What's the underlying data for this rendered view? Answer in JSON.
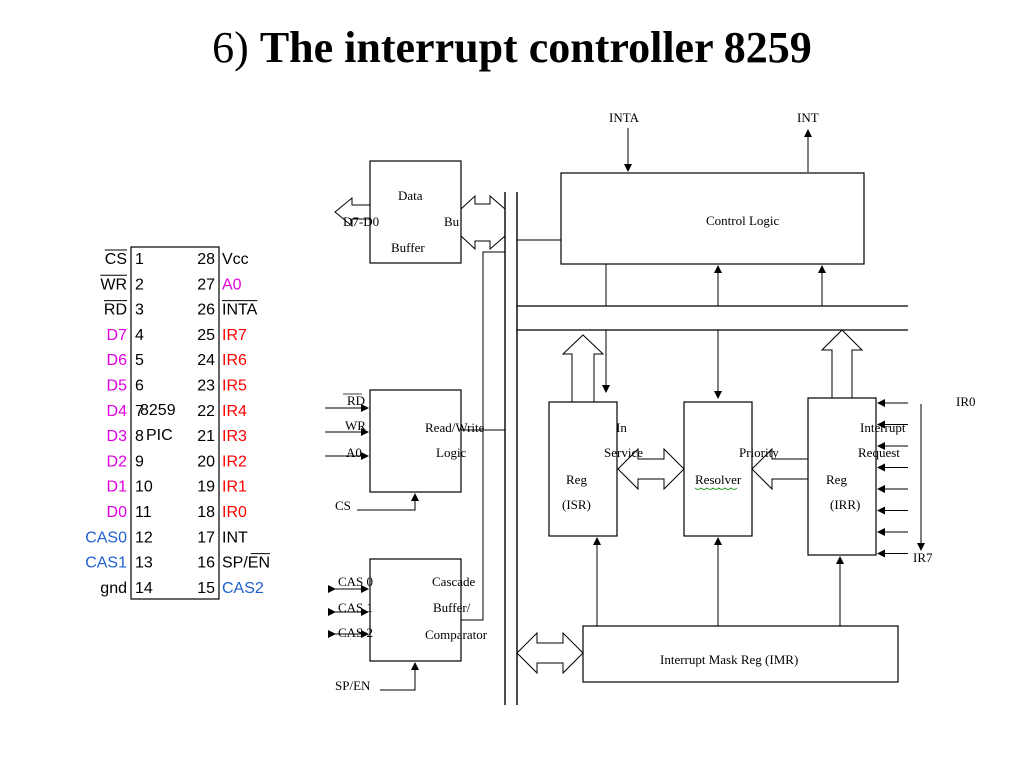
{
  "title": {
    "number": "6)",
    "text": "The interrupt controller 8259"
  },
  "colors": {
    "pink": "#e000e0",
    "red": "#ff0000",
    "blue": "#1f5fd0",
    "black": "#000000"
  },
  "chip": {
    "center_line1": "8259",
    "center_line2": "PIC",
    "left_pins": [
      {
        "num": "1",
        "name": "CS",
        "color": "black",
        "overbar": true
      },
      {
        "num": "2",
        "name": "WR",
        "color": "black",
        "overbar": true
      },
      {
        "num": "3",
        "name": "RD",
        "color": "black",
        "overbar": true
      },
      {
        "num": "4",
        "name": "D7",
        "color": "pink"
      },
      {
        "num": "5",
        "name": "D6",
        "color": "pink"
      },
      {
        "num": "6",
        "name": "D5",
        "color": "pink"
      },
      {
        "num": "7",
        "name": "D4",
        "color": "pink"
      },
      {
        "num": "8",
        "name": "D3",
        "color": "pink"
      },
      {
        "num": "9",
        "name": "D2",
        "color": "pink"
      },
      {
        "num": "10",
        "name": "D1",
        "color": "pink"
      },
      {
        "num": "11",
        "name": "D0",
        "color": "pink"
      },
      {
        "num": "12",
        "name": "CAS0",
        "color": "blue"
      },
      {
        "num": "13",
        "name": "CAS1",
        "color": "blue"
      },
      {
        "num": "14",
        "name": "gnd",
        "color": "black"
      }
    ],
    "right_pins": [
      {
        "num": "28",
        "name": "Vcc",
        "color": "black"
      },
      {
        "num": "27",
        "name": "A0",
        "color": "pink"
      },
      {
        "num": "26",
        "name": "INTA",
        "color": "black",
        "overbar": true
      },
      {
        "num": "25",
        "name": "IR7",
        "color": "red"
      },
      {
        "num": "24",
        "name": "IR6",
        "color": "red"
      },
      {
        "num": "23",
        "name": "IR5",
        "color": "red"
      },
      {
        "num": "22",
        "name": "IR4",
        "color": "red"
      },
      {
        "num": "21",
        "name": "IR3",
        "color": "red"
      },
      {
        "num": "20",
        "name": "IR2",
        "color": "red"
      },
      {
        "num": "19",
        "name": "IR1",
        "color": "red"
      },
      {
        "num": "18",
        "name": "IR0",
        "color": "red"
      },
      {
        "num": "17",
        "name": "INT",
        "color": "black"
      },
      {
        "num": "16",
        "name": "SP/EN",
        "color": "black",
        "overbar_part": "EN"
      },
      {
        "num": "15",
        "name": "CAS2",
        "color": "blue"
      }
    ]
  },
  "block": {
    "inta": "INTA",
    "int": "INT",
    "control_logic": "Control Logic",
    "data_buffer": {
      "line1": "Data",
      "line2": "Bu",
      "line3": "Buffer",
      "bus": "D7-D0"
    },
    "rw_logic": {
      "line1": "Read/Write",
      "line2": "Logic",
      "rd": "RD",
      "wr": "WR",
      "a0": "A0",
      "cs": "CS"
    },
    "cascade": {
      "line1": "Cascade",
      "line2": "Buffer/",
      "line3": "Comparator",
      "cas0": "CAS 0",
      "cas1": "CAS 1",
      "cas2": "CAS 2",
      "spen": "SP/EN"
    },
    "isr": {
      "in": "In",
      "service": "Service",
      "reg": "Reg",
      "name": "(ISR)"
    },
    "priority": {
      "label": "Priority",
      "resolver": "Resolver"
    },
    "irr": {
      "line1": "Interrupt",
      "line2": "Request",
      "reg": "Reg",
      "name": "(IRR)",
      "ir0": "IR0",
      "ir7": "IR7"
    },
    "imr": "Interrupt Mask Reg (IMR)"
  }
}
